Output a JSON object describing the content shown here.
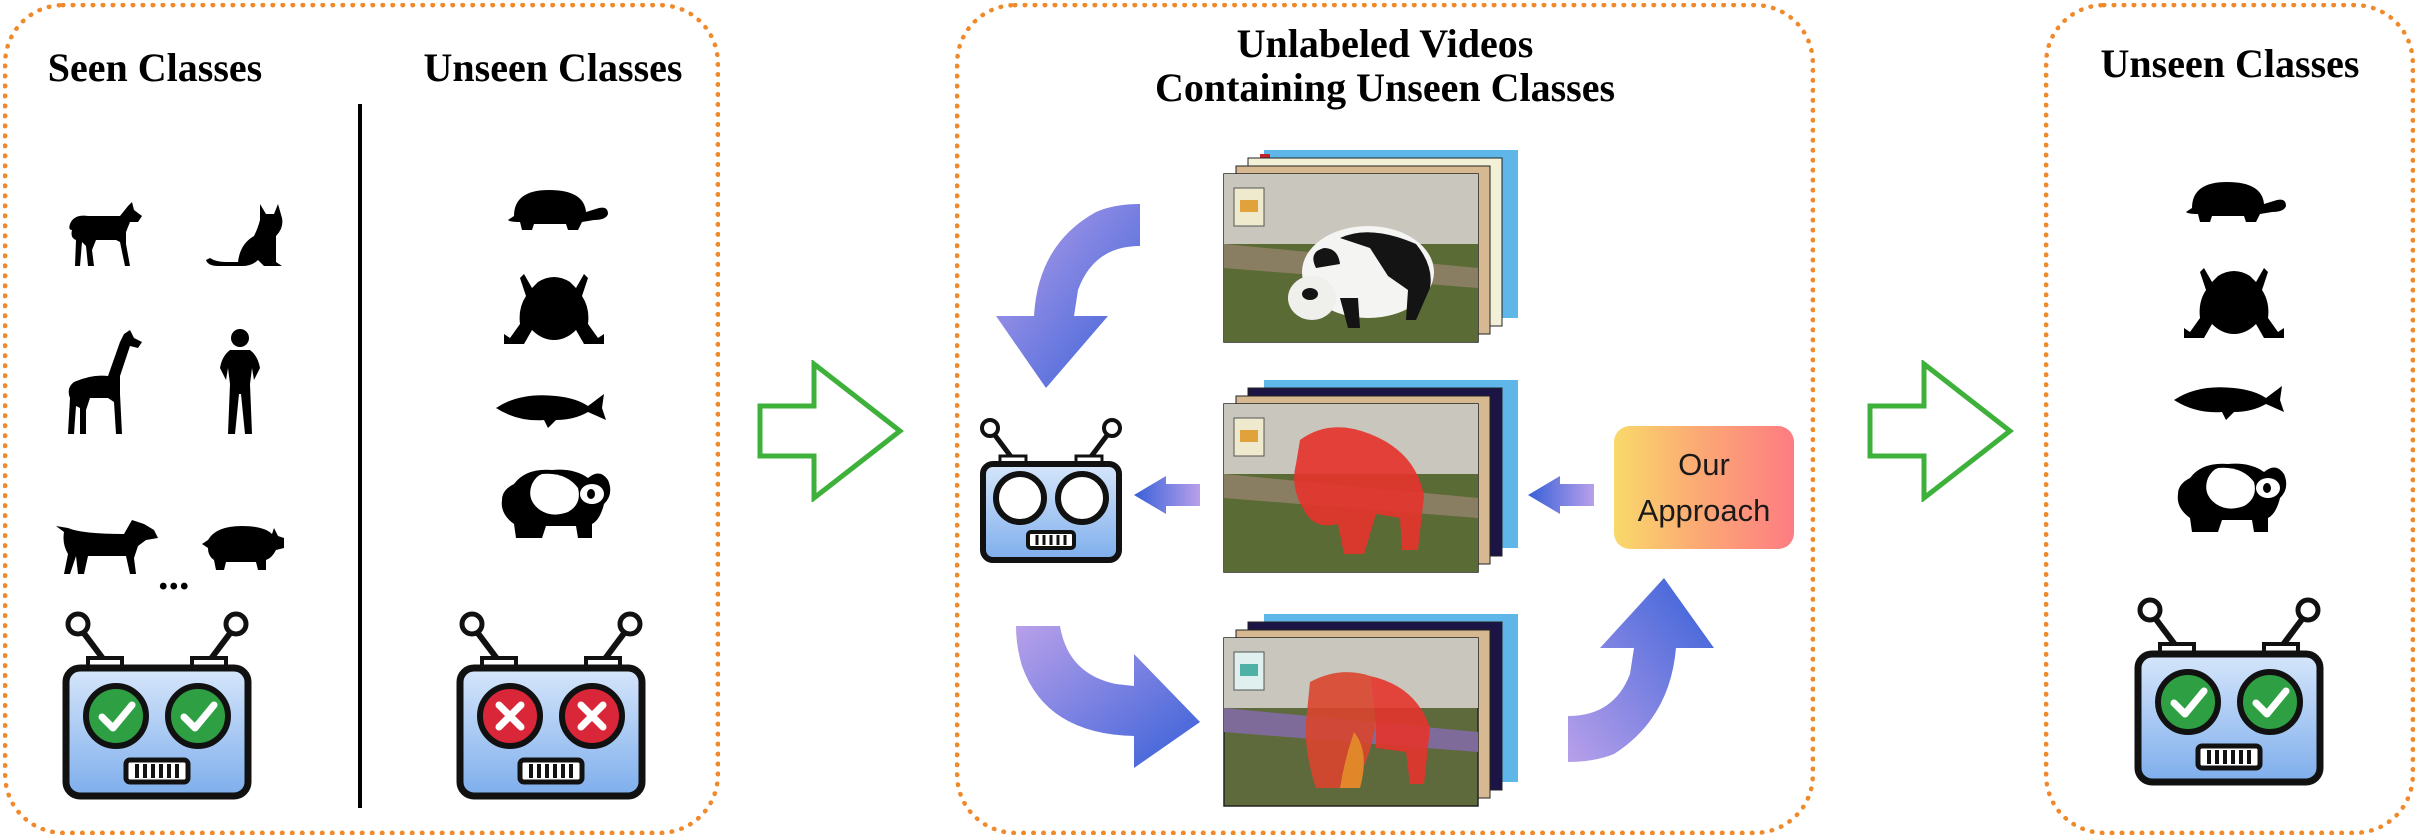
{
  "left_panel": {
    "seen_heading": "Seen Classes",
    "unseen_heading": "Unseen Classes",
    "ellipsis": "...",
    "seen_icons": [
      "horse-icon",
      "cat-icon",
      "giraffe-icon",
      "person-icon",
      "dog-icon",
      "pig-icon"
    ],
    "unseen_icons": [
      "turtle-icon",
      "frog-icon",
      "fish-icon",
      "panda-icon"
    ],
    "seen_robot_eyes": "check",
    "unseen_robot_eyes": "cross"
  },
  "middle_panel": {
    "heading_line1": "Unlabeled Videos",
    "heading_line2": "Containing Unseen Classes",
    "approach_label": "Our\nApproach",
    "frames": [
      "raw-video-frames",
      "segmented-video-frames",
      "part-segmented-video-frames"
    ]
  },
  "right_panel": {
    "heading": "Unseen Classes",
    "icons": [
      "turtle-icon",
      "frog-icon",
      "fish-icon",
      "panda-icon"
    ],
    "robot_eyes": "check"
  },
  "colors": {
    "panel_border": "#f0892a",
    "big_arrow": "#3db13a",
    "cycle_arrow_start": "#b59be8",
    "cycle_arrow_end": "#3a64d8",
    "robot_face": "#a9c9f3",
    "check_green": "#2ea043",
    "cross_red": "#d92638",
    "approach_start": "#f9d96a",
    "approach_end": "#fd7c82"
  }
}
